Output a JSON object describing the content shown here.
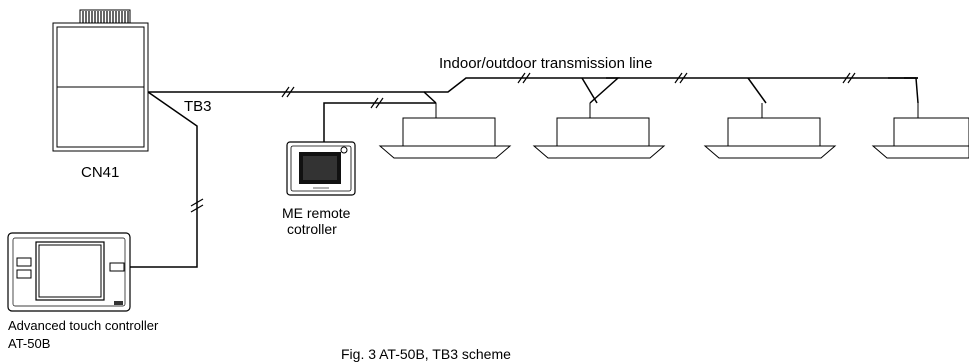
{
  "diagram": {
    "labels": {
      "transmission_line": "Indoor/outdoor transmission line",
      "tb3": "TB3",
      "outdoor_unit": "CN41",
      "me_remote_line1": "ME remote",
      "me_remote_line2": "cotroller",
      "touch_line1": "Advanced touch controller",
      "touch_line2": "AT-50B",
      "caption": "Fig. 3 AT-50B, TB3 scheme"
    },
    "colors": {
      "line": "#000000",
      "background": "#ffffff"
    },
    "icons": {
      "outdoor_unit": "outdoor-unit-icon",
      "indoor_unit": "cassette-indoor-unit-icon",
      "remote": "me-remote-controller-icon",
      "touch_controller": "touch-controller-icon",
      "wire_marker": "double-slash-wire-marker"
    },
    "indoor_unit_count": 4
  }
}
